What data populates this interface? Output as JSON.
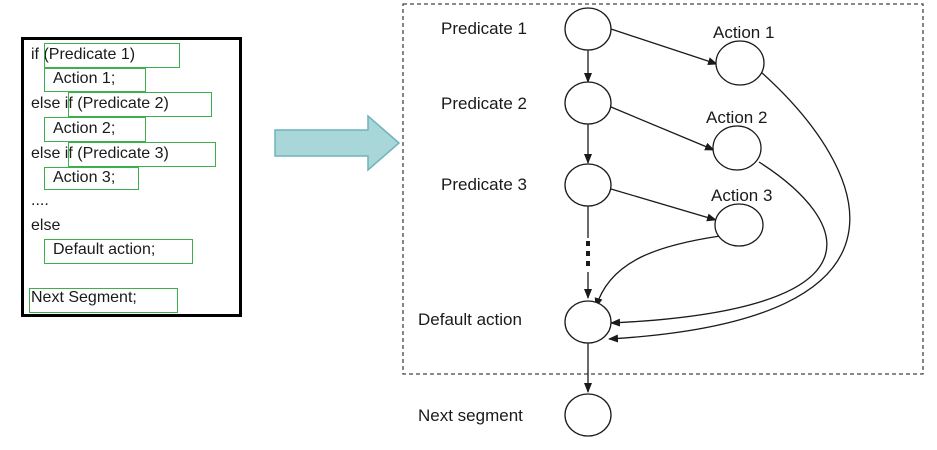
{
  "code": {
    "lines": [
      "if (Predicate 1)",
      "Action 1;",
      "else if (Predicate 2)",
      "Action 2;",
      "else if (Predicate 3)",
      "Action 3;",
      "....",
      "else",
      "Default action;",
      "Next Segment;"
    ]
  },
  "diagram": {
    "nodes": {
      "predicate_1": "Predicate 1",
      "predicate_2": "Predicate 2",
      "predicate_3": "Predicate 3",
      "action_1": "Action 1",
      "action_2": "Action 2",
      "action_3": "Action 3",
      "default_action": "Default action",
      "next_segment": "Next segment"
    },
    "colors": {
      "highlight": "#3cb04a",
      "arrow_fill": "#a9d7d9",
      "arrow_stroke": "#6fb3b8",
      "line": "#1a1a1a"
    }
  }
}
